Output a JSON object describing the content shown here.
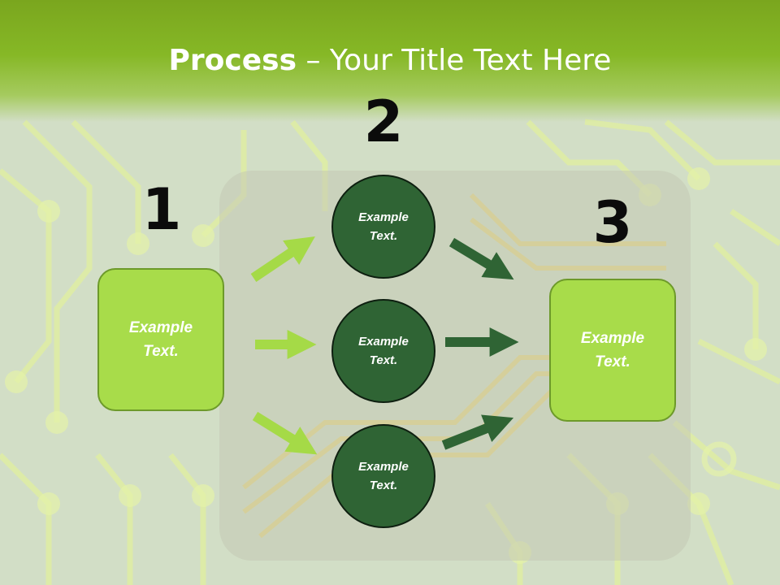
{
  "slide": {
    "title_bold": "Process",
    "title_rest": " – Your Title Text Here",
    "step_numbers": [
      "1",
      "2",
      "3"
    ],
    "left_box": "Example\nText.",
    "right_box": "Example\nText.",
    "circles": [
      "Example\nText.",
      "Example\nText.",
      "Example\nText."
    ]
  },
  "colors": {
    "header_green": "#86b826",
    "box_fill": "#a8dc4a",
    "circle_fill": "#2f6434",
    "light_arrow": "#a5da47",
    "dark_arrow": "#2f6434"
  }
}
